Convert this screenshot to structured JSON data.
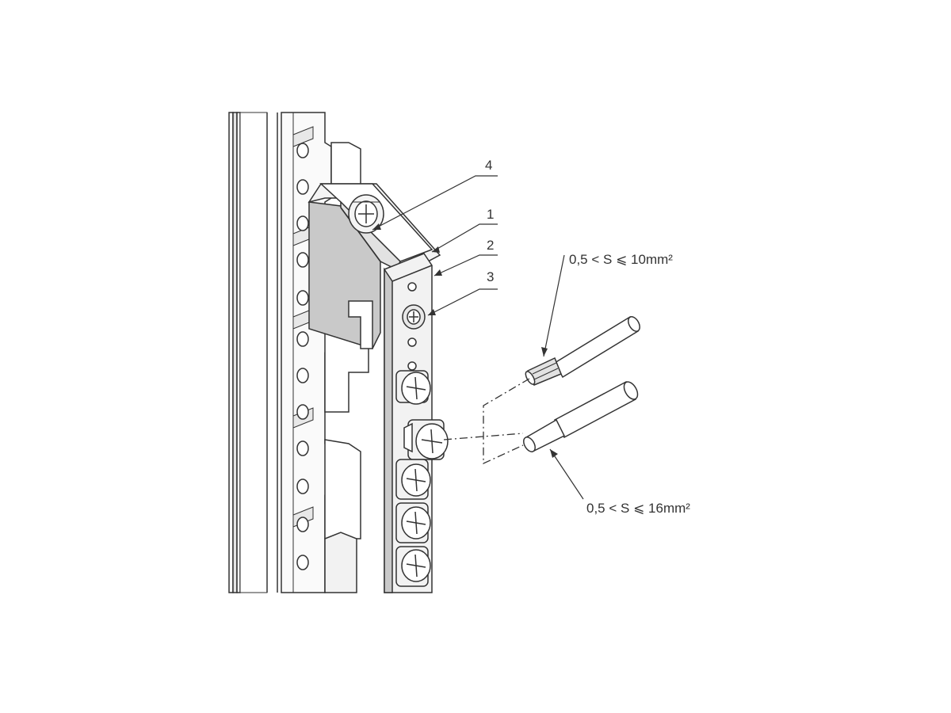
{
  "callouts": {
    "label_1": "1",
    "label_2": "2",
    "label_3": "3",
    "label_4": "4"
  },
  "wire_specs": {
    "upper_wire": "0,5 < S ⩽ 10mm²",
    "lower_wire": "0,5 < S ⩽ 16mm²"
  },
  "colors": {
    "line": "#333333",
    "light_fill": "#f4f4f4",
    "shade_fill": "#c9c9c9",
    "mid_fill": "#e2e2e2"
  }
}
